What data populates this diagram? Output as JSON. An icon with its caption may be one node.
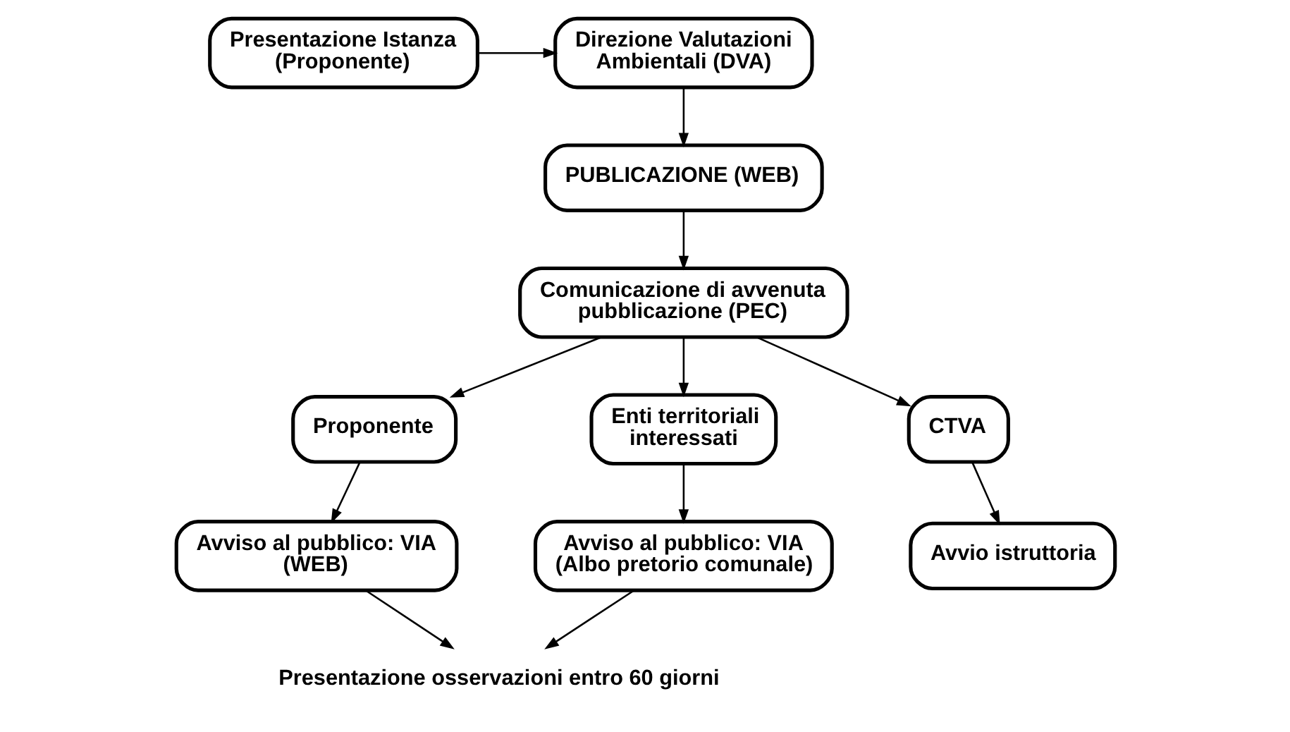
{
  "diagram": {
    "nodes": [
      {
        "text": [
          "Presentazione Istanza (Proponente)"
        ]
      },
      {
        "text": [
          "Direzione Valutazioni Ambientali (DVA)"
        ]
      },
      {
        "text": [
          "PUBLICAZIONE (WEB)"
        ]
      },
      {
        "text": [
          "Comunicazione di avvenuta pubblicazione (PEC)"
        ]
      },
      {
        "text": [
          "Proponente"
        ]
      },
      {
        "text": [
          "Enti territoriali interessati"
        ]
      },
      {
        "text": [
          "CTVA"
        ]
      },
      {
        "text": [
          "Avviso al pubblico: VIA (WEB)"
        ]
      },
      {
        "text": [
          "Avviso al pubblico: VIA (Albo pretorio comunale)"
        ]
      },
      {
        "text": [
          "Avvio istruttoria"
        ]
      },
      {
        "text": [
          "Presentazione osservazioni entro 60 giorni"
        ]
      }
    ],
    "edges": [
      {
        "from": 0,
        "to": 1,
        "arrow": "to"
      },
      {
        "from": 1,
        "to": 2,
        "arrow": "to"
      },
      {
        "from": 2,
        "to": 3,
        "arrow": "to"
      },
      {
        "from": 3,
        "to": 4,
        "arrow": "to"
      },
      {
        "from": 3,
        "to": 5,
        "arrow": "to"
      },
      {
        "from": 3,
        "to": 6,
        "arrow": "to"
      },
      {
        "from": 4,
        "to": 7,
        "arrow": "to"
      },
      {
        "from": 5,
        "to": 8,
        "arrow": "to"
      },
      {
        "from": 6,
        "to": 9,
        "arrow": "to"
      },
      {
        "from": 7,
        "to": 10,
        "arrow": "to"
      },
      {
        "from": 8,
        "to": 10,
        "arrow": "to"
      }
    ]
  }
}
